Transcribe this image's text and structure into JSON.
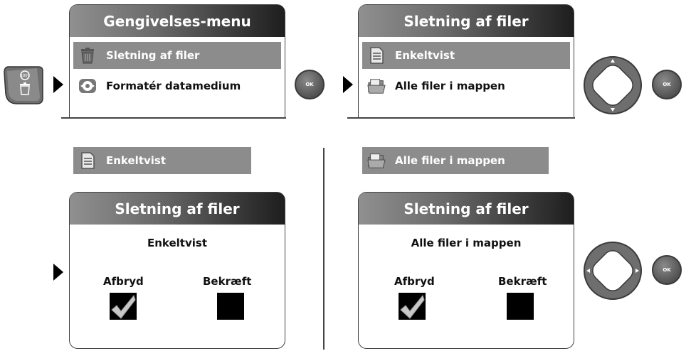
{
  "menu1": {
    "title": "Gengivelses-menu",
    "items": [
      {
        "label": "Sletning af filer",
        "icon": "trash-icon",
        "selected": true
      },
      {
        "label": "Formatér datamedium",
        "icon": "format-icon",
        "selected": false
      }
    ]
  },
  "menu2": {
    "title": "Sletning af filer",
    "items": [
      {
        "label": "Enkeltvist",
        "icon": "document-icon",
        "selected": true
      },
      {
        "label": "Alle filer i mappen",
        "icon": "folder-icon",
        "selected": false
      }
    ]
  },
  "device_button": {
    "rotate_label": "180°"
  },
  "ok_label": "OK",
  "single": {
    "bar_label": "Enkeltvist",
    "screen_title": "Sletning af filer",
    "screen_subtitle": "Enkeltvist",
    "cancel_label": "Afbryd",
    "confirm_label": "Bekræft",
    "selected_option": "Afbryd"
  },
  "all": {
    "bar_label": "Alle filer i mappen",
    "screen_title": "Sletning af filer",
    "screen_subtitle": "Alle filer i mappen",
    "cancel_label": "Afbryd",
    "confirm_label": "Bekræft",
    "selected_option": "Afbryd"
  }
}
